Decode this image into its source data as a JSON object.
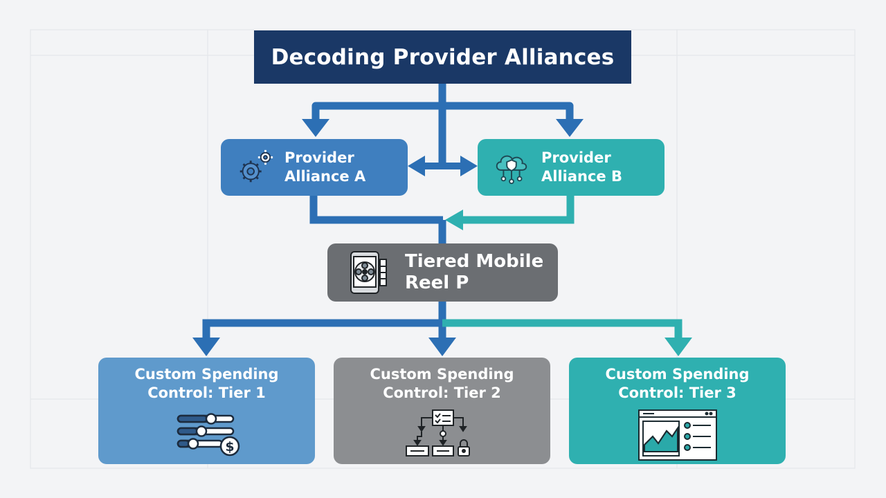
{
  "title": "Decoding Provider Alliances",
  "alliances": [
    {
      "label": "Provider\nAlliance A",
      "icon": "gears-icon",
      "color": "#3f7fbf"
    },
    {
      "label": "Provider\nAlliance B",
      "icon": "cloud-network-shield-icon",
      "color": "#2fb0b0"
    }
  ],
  "hub": {
    "label": "Tiered Mobile\nReel P",
    "icon": "mobile-film-reel-icon",
    "color": "#6b6e72"
  },
  "tiers": [
    {
      "label": "Custom Spending\nControl: Tier 1",
      "icon": "sliders-dollar-icon",
      "color": "#5f9acc"
    },
    {
      "label": "Custom Spending\nControl: Tier 2",
      "icon": "approval-flow-lock-icon",
      "color": "#8c8e91"
    },
    {
      "label": "Custom Spending\nControl: Tier 3",
      "icon": "analytics-dashboard-icon",
      "color": "#2fb0b0"
    }
  ],
  "colors": {
    "title_bg": "#1a3866",
    "arrow_blue": "#2c6fb4",
    "arrow_teal": "#2fb0b0",
    "background": "#f3f4f6"
  }
}
